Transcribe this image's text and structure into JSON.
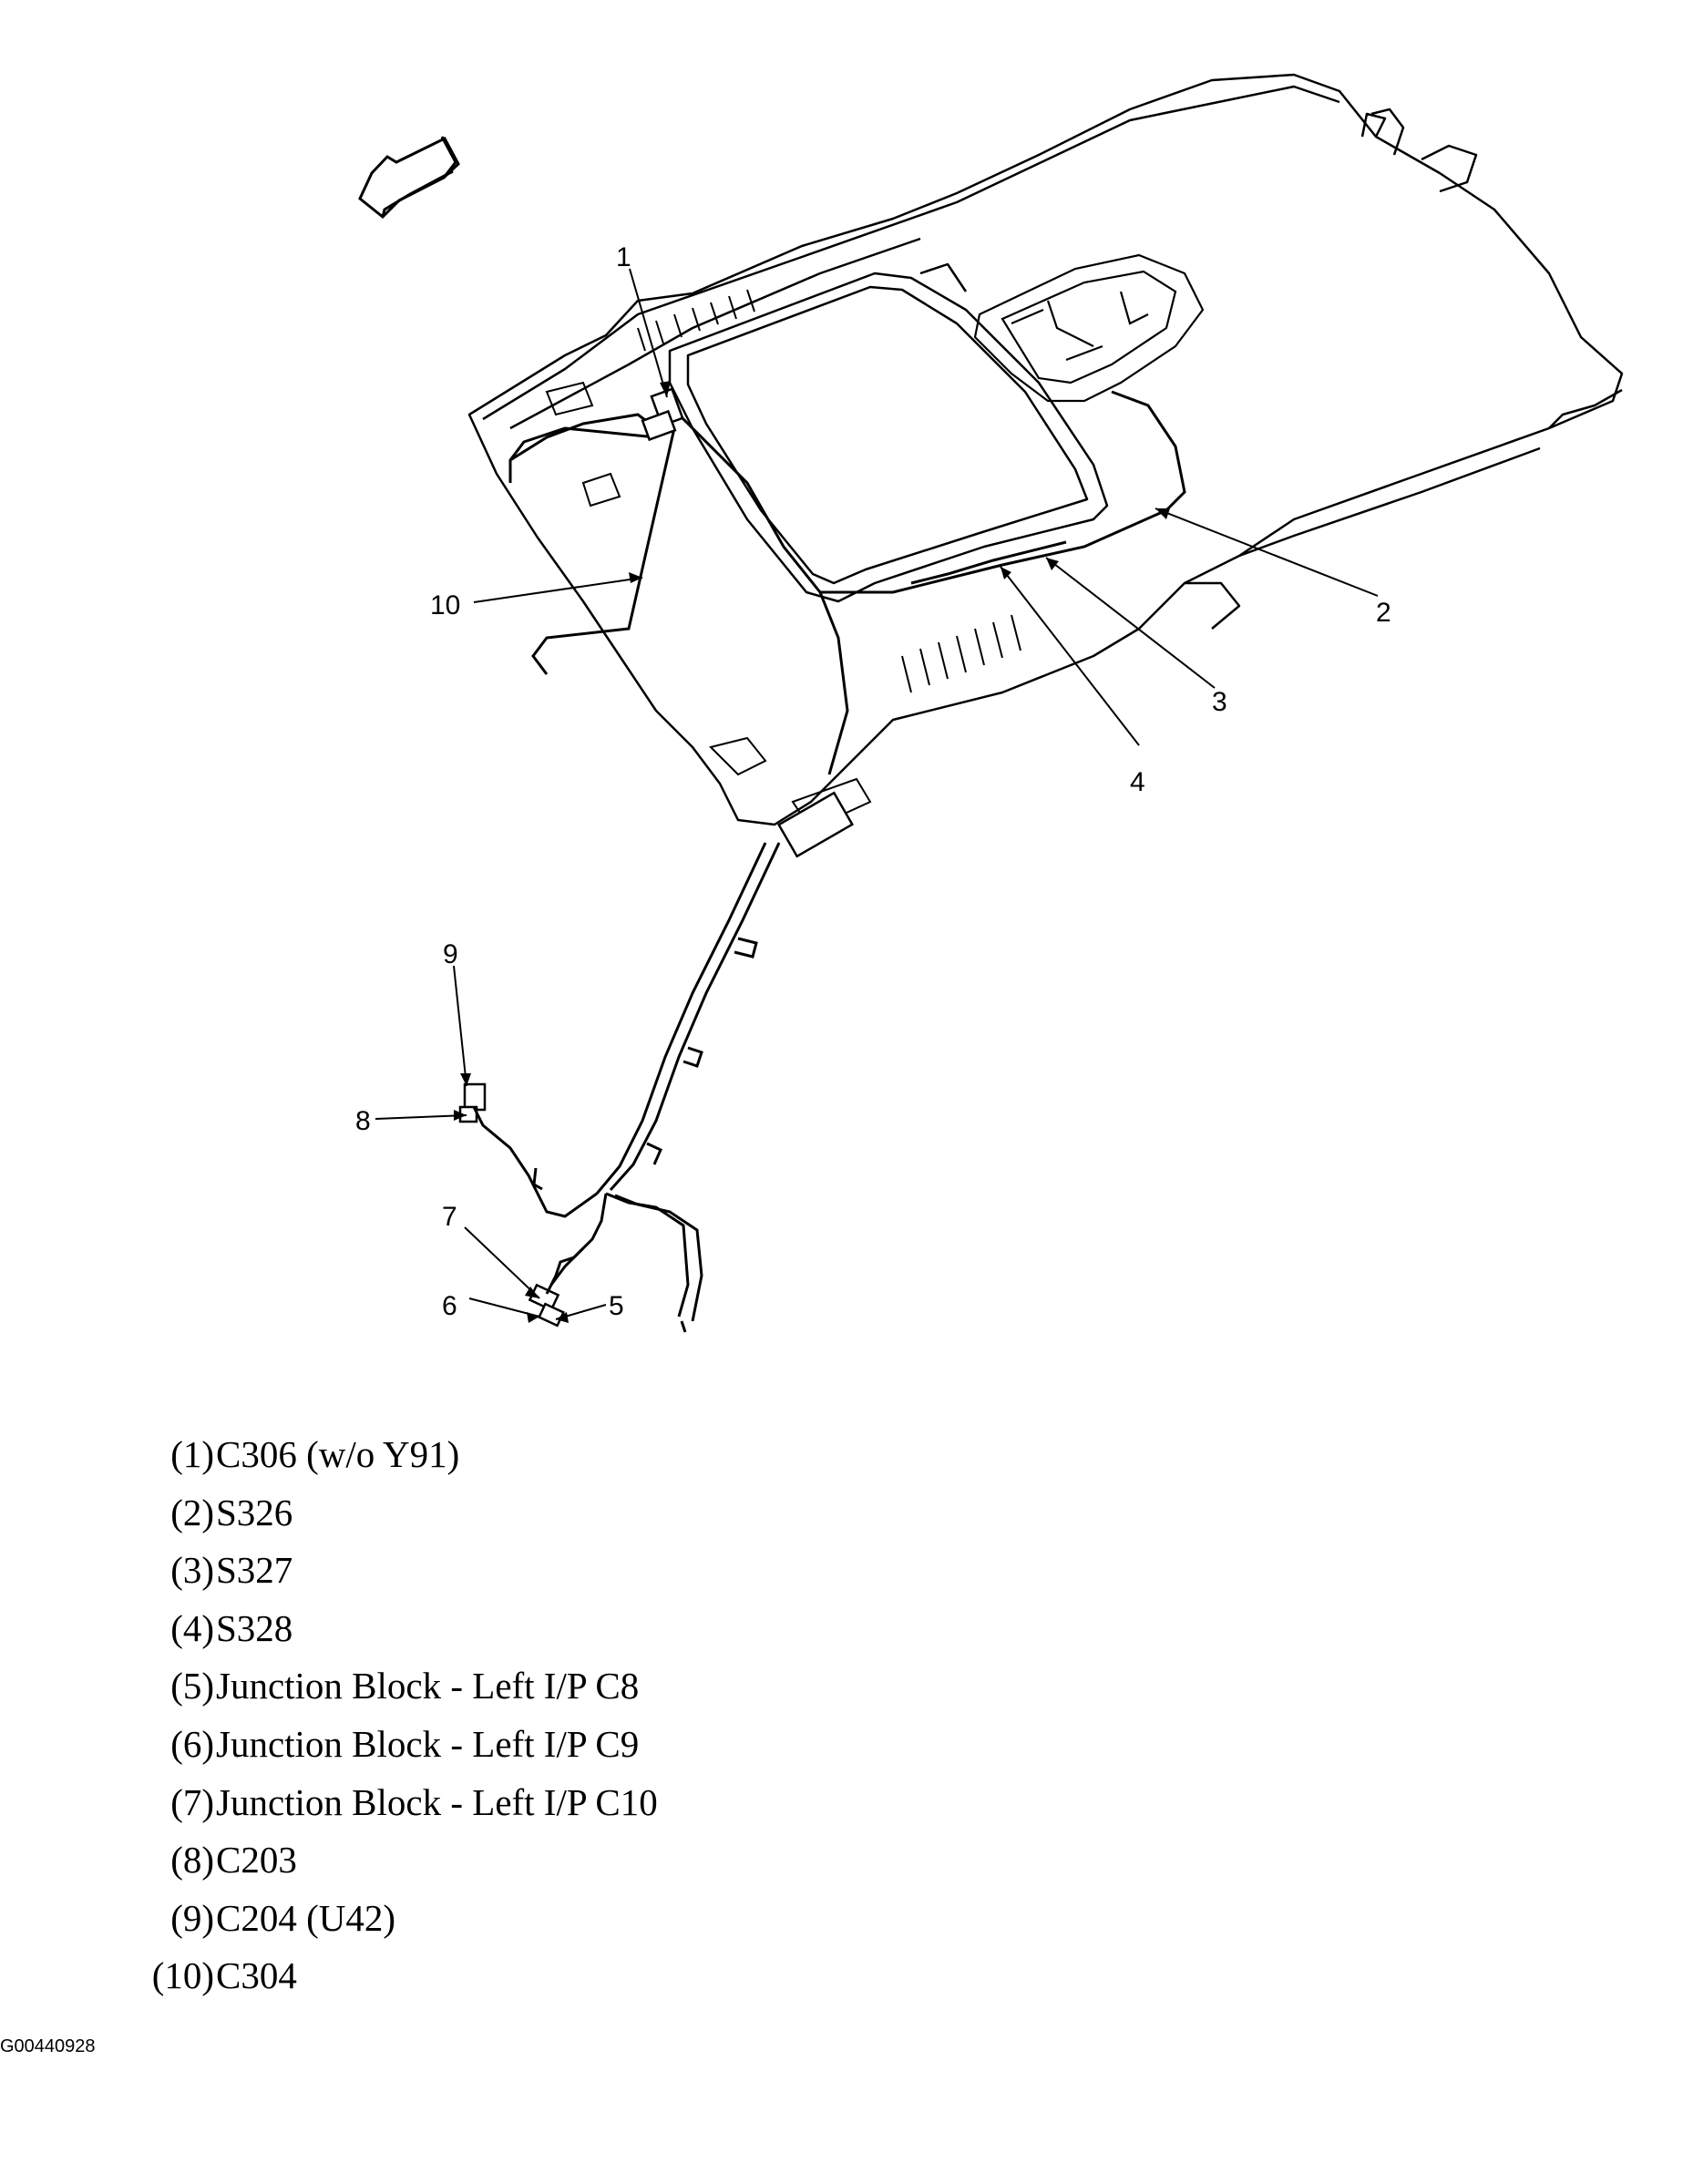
{
  "callouts": [
    "1",
    "2",
    "3",
    "4",
    "5",
    "6",
    "7",
    "8",
    "9",
    "10"
  ],
  "legend": [
    {
      "num": "(1)",
      "label": "C306 (w/o Y91)"
    },
    {
      "num": "(2)",
      "label": "S326"
    },
    {
      "num": "(3)",
      "label": "S327"
    },
    {
      "num": "(4)",
      "label": "S328"
    },
    {
      "num": "(5)",
      "label": "Junction Block - Left I/P C8"
    },
    {
      "num": "(6)",
      "label": "Junction Block - Left I/P C9"
    },
    {
      "num": "(7)",
      "label": "Junction Block - Left I/P C10"
    },
    {
      "num": "(8)",
      "label": "C203"
    },
    {
      "num": "(9)",
      "label": "C204 (U42)"
    },
    {
      "num": "(10)",
      "label": "C304"
    }
  ],
  "figure_id": "G00440928",
  "icons": {
    "direction": "forward-arrow-icon"
  }
}
